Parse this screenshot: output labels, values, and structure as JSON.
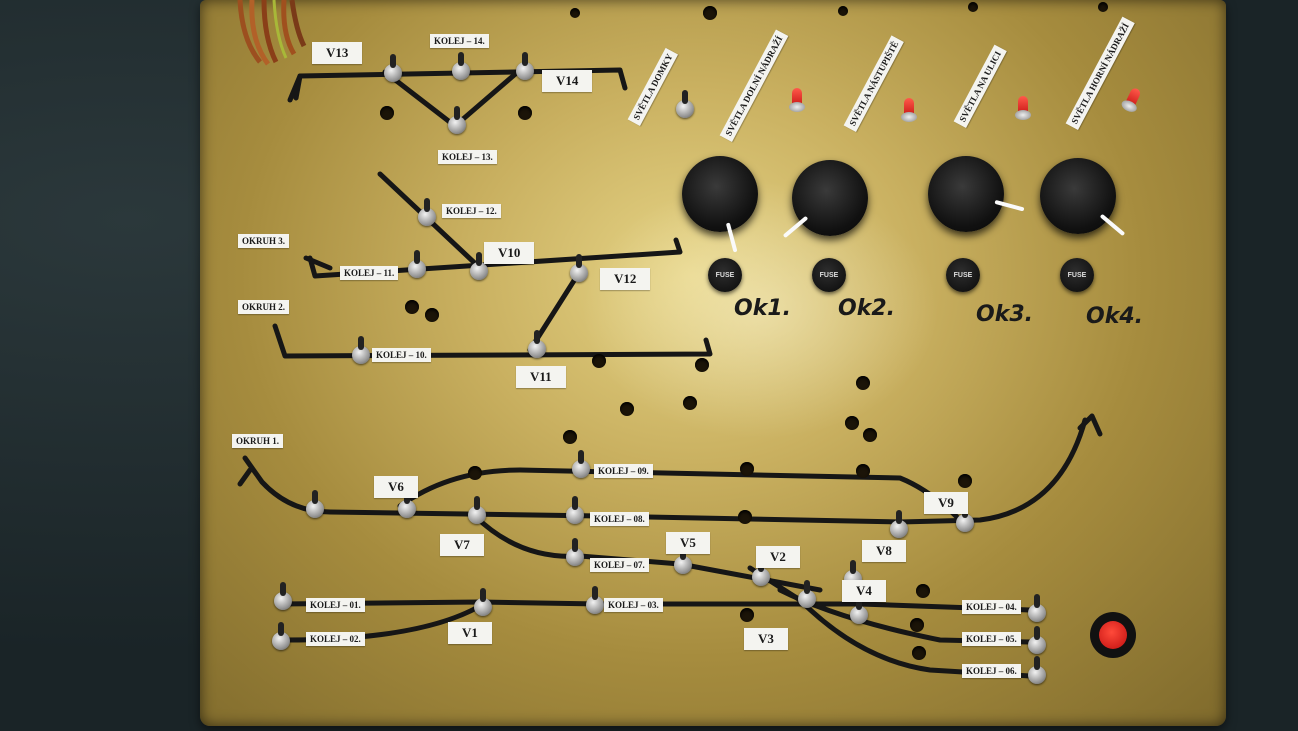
{
  "labels": {
    "v13": "V13",
    "kolej14": "KOLEJ – 14.",
    "v14": "V14",
    "kolej13": "KOLEJ – 13.",
    "kolej12": "KOLEJ – 12.",
    "okruh3": "OKRUH 3.",
    "kolej11": "KOLEJ – 11.",
    "v10": "V10",
    "v12": "V12",
    "okruh2": "OKRUH 2.",
    "kolej10": "KOLEJ – 10.",
    "v11": "V11",
    "okruh1": "OKRUH 1.",
    "v6": "V6",
    "kolej09": "KOLEJ – 09.",
    "v9": "V9",
    "kolej08": "KOLEJ – 08.",
    "v7": "V7",
    "v5": "V5",
    "v2": "V2",
    "v8": "V8",
    "kolej07": "KOLEJ – 07.",
    "v4": "V4",
    "kolej01": "KOLEJ – 01.",
    "kolej03": "KOLEJ – 03.",
    "kolej04": "KOLEJ – 04.",
    "kolej02": "KOLEJ – 02.",
    "v1": "V1",
    "v3": "V3",
    "kolej05": "KOLEJ – 05.",
    "kolej06": "KOLEJ – 06.",
    "svetla_domky": "SVĚTLA DOMKY",
    "svetla_dolni": "SVĚTLA DOLNÍ NÁDRAŽÍ",
    "svetla_nastupiste": "SVĚTLA NÁSTUPIŠTĚ",
    "svetla_ulici": "SVĚTLA NA ULICI",
    "svetla_horni": "SVĚTLA HORNÍ NÁDRAŽÍ"
  },
  "handwritten": {
    "ok1": "Ok1.",
    "ok2": "Ok2.",
    "ok3": "Ok3.",
    "ok4": "Ok4."
  },
  "fuse_text": "FUSE",
  "colors": {
    "brass": "#c9b060",
    "track_marker": "#1a1a1a",
    "led_red": "#e02020",
    "label_bg": "#f4f4f0"
  },
  "icons": {
    "knob": "rotary-knob-icon",
    "fuse": "fuse-holder-icon",
    "toggle": "toggle-switch-icon",
    "led": "led-icon",
    "power": "power-switch-icon"
  }
}
